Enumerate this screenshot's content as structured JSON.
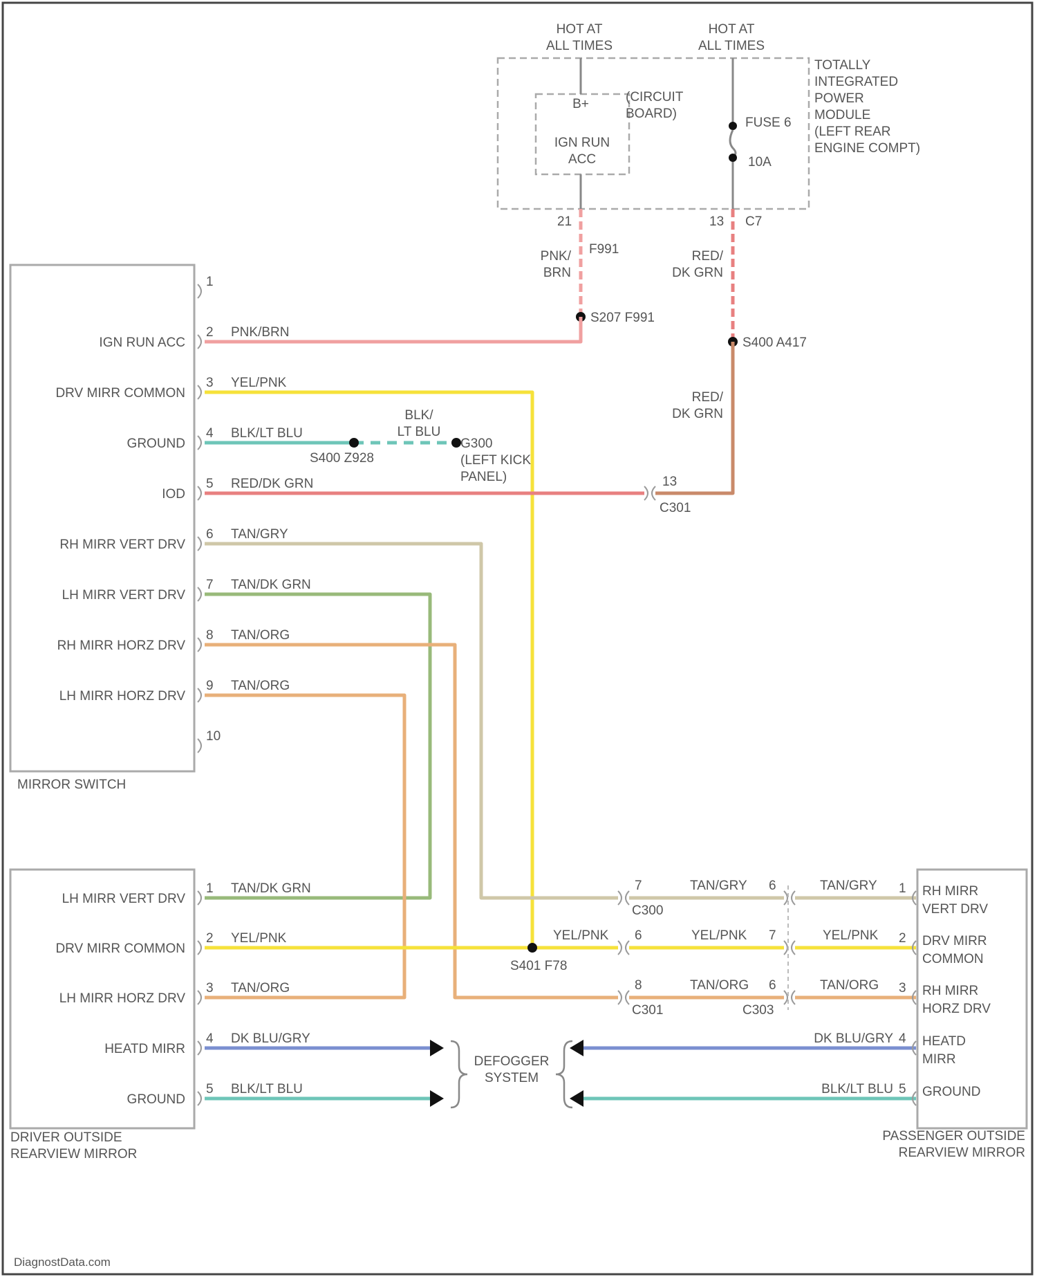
{
  "colors": {
    "pink_brn": "#f0a0a0",
    "red_dkgrn": "#e88080",
    "red_dkgrn_feed": "#c98a6a",
    "yel_pnk": "#f6e23a",
    "blk_ltblu": "#6ec5b8",
    "tan_gry": "#cfc7a8",
    "tan_dkgrn": "#98ba7a",
    "tan_org": "#e8b07a",
    "dkblu_gry": "#7a8fd0"
  },
  "power": {
    "hot_left": "HOT AT\nALL TIMES",
    "hot_right": "HOT AT\nALL TIMES",
    "tipm_label": "TOTALLY\nINTEGRATED\nPOWER\nMODULE\n(LEFT REAR\nENGINE COMPT)",
    "circuit_board": "(CIRCUIT\nBOARD)",
    "bplus": "B+",
    "ign_run_acc": "IGN RUN\nACC",
    "fuse": "FUSE 6",
    "fuse_amps": "10A",
    "pin_21": "21",
    "pin_13": "13",
    "conn_c7": "C7"
  },
  "wires": {
    "f991_color": "PNK/\nBRN",
    "f991_code": "F991",
    "s207": "S207 F991",
    "red_dkgrn_top": "RED/\nDK GRN",
    "s400": "S400 A417",
    "red_dkgrn_mid": "RED/\nDK GRN",
    "blk_ltblu": "BLK/\nLT BLU",
    "splice_s400_z928": "S400 Z928",
    "ground_g300": "G300\n(LEFT KICK\nPANEL)",
    "c301_pin": "13",
    "c301": "C301",
    "s401": "S401 F78",
    "yel_pnk_mid": "YEL/PNK"
  },
  "mirror_switch": {
    "title": "MIRROR SWITCH",
    "pins": [
      {
        "num": "1",
        "name": "",
        "wire": ""
      },
      {
        "num": "2",
        "name": "IGN RUN ACC",
        "wire": "PNK/BRN"
      },
      {
        "num": "3",
        "name": "DRV MIRR COMMON",
        "wire": "YEL/PNK"
      },
      {
        "num": "4",
        "name": "GROUND",
        "wire": "BLK/LT BLU"
      },
      {
        "num": "5",
        "name": "IOD",
        "wire": "RED/DK GRN"
      },
      {
        "num": "6",
        "name": "RH MIRR VERT DRV",
        "wire": "TAN/GRY"
      },
      {
        "num": "7",
        "name": "LH MIRR VERT DRV",
        "wire": "TAN/DK GRN"
      },
      {
        "num": "8",
        "name": "RH MIRR HORZ DRV",
        "wire": "TAN/ORG"
      },
      {
        "num": "9",
        "name": "LH MIRR HORZ DRV",
        "wire": "TAN/ORG"
      },
      {
        "num": "10",
        "name": "",
        "wire": ""
      }
    ]
  },
  "driver_mirror": {
    "title": "DRIVER OUTSIDE\nREARVIEW MIRROR",
    "pins": [
      {
        "num": "1",
        "name": "LH MIRR VERT DRV",
        "wire": "TAN/DK GRN"
      },
      {
        "num": "2",
        "name": "DRV MIRR COMMON",
        "wire": "YEL/PNK"
      },
      {
        "num": "3",
        "name": "LH MIRR HORZ DRV",
        "wire": "TAN/ORG"
      },
      {
        "num": "4",
        "name": "HEATD MIRR",
        "wire": "DK BLU/GRY"
      },
      {
        "num": "5",
        "name": "GROUND",
        "wire": "BLK/LT BLU"
      }
    ]
  },
  "passenger_mirror": {
    "title": "PASSENGER OUTSIDE\nREARVIEW MIRROR",
    "pins": [
      {
        "num": "1",
        "name": "RH MIRR\nVERT DRV",
        "wire": "TAN/GRY"
      },
      {
        "num": "2",
        "name": "DRV MIRR\nCOMMON",
        "wire": "YEL/PNK"
      },
      {
        "num": "3",
        "name": "RH MIRR\nHORZ DRV",
        "wire": "TAN/ORG"
      },
      {
        "num": "4",
        "name": "HEATD\nMIRR",
        "wire": "DK BLU/GRY"
      },
      {
        "num": "5",
        "name": "GROUND",
        "wire": "BLK/LT BLU"
      }
    ]
  },
  "connectors": {
    "c300_a": "C300",
    "c301_b": "C301",
    "c303": "C303",
    "row1_a": "7",
    "row1_b": "TAN/GRY",
    "row1_c": "6",
    "row1_d": "TAN/GRY",
    "row2_a": "6",
    "row2_b": "YEL/PNK",
    "row2_c": "7",
    "row2_d": "YEL/PNK",
    "row3_a": "8",
    "row3_b": "TAN/ORG",
    "row3_c": "6",
    "row3_d": "TAN/ORG"
  },
  "defogger": "DEFOGGER\nSYSTEM",
  "footer": "DiagnostData.com"
}
